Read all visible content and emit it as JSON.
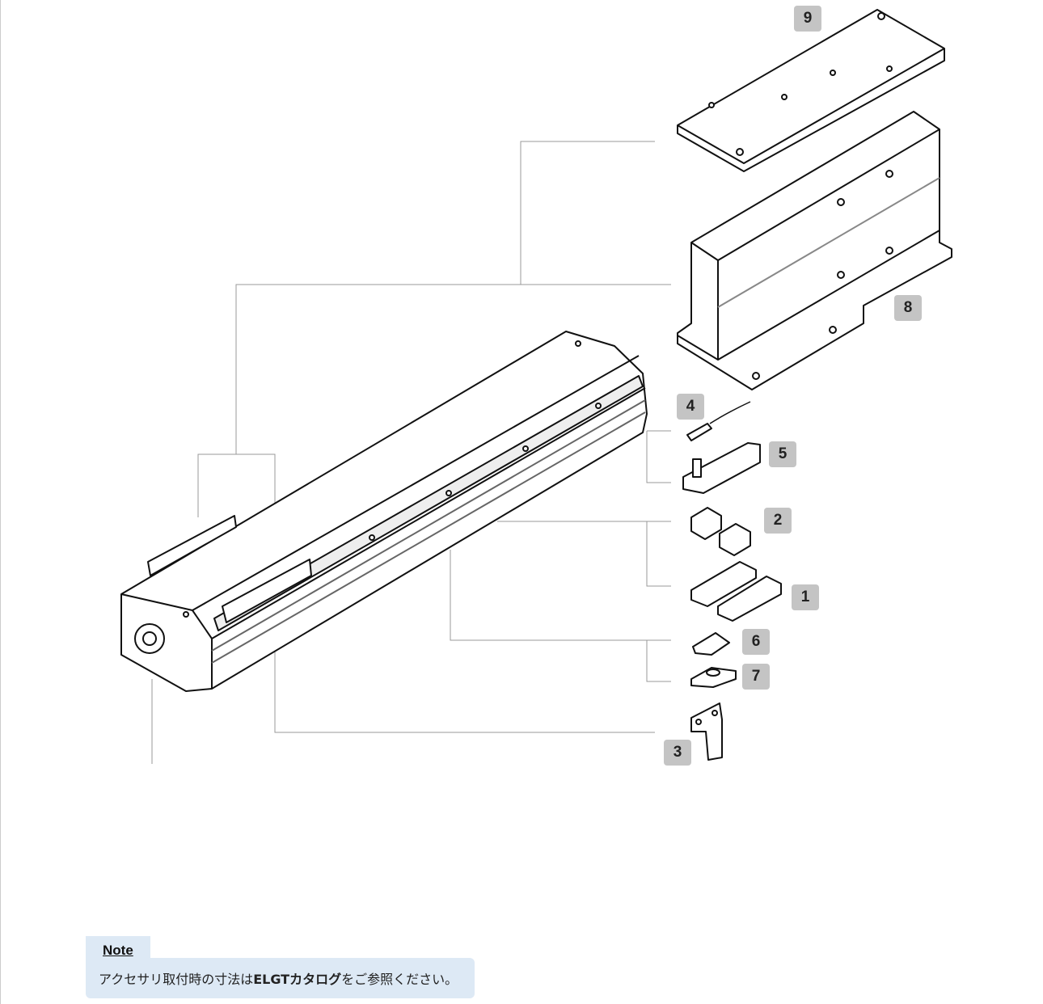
{
  "callouts": {
    "c1": "1",
    "c2": "2",
    "c3": "3",
    "c4": "4",
    "c5": "5",
    "c6": "6",
    "c7": "7",
    "c8": "8",
    "c9": "9"
  },
  "note": {
    "title": "Note",
    "text_before": "アクセサリ取付時の寸法は",
    "text_bold": "ELGTカタログ",
    "text_after": "をご参照ください。"
  },
  "colors": {
    "badge": "#c4c4c4",
    "note_bg": "#dde9f5",
    "leader": "#999999"
  }
}
